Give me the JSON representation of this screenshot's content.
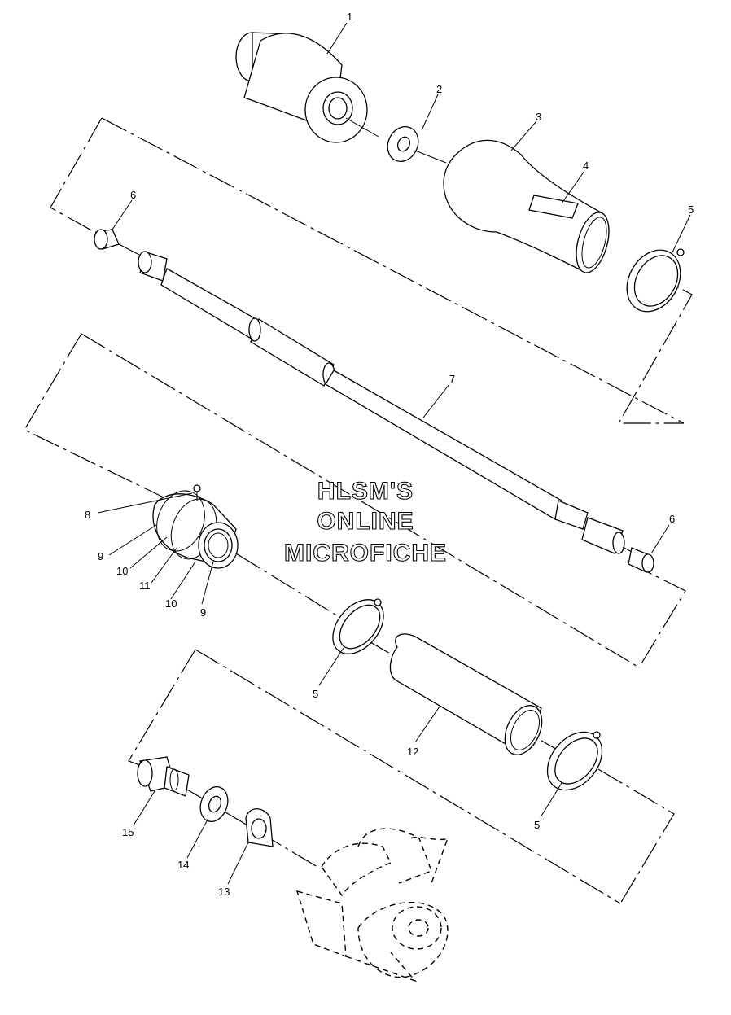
{
  "watermark": {
    "line1": "HLSM'S",
    "line2": "ONLINE",
    "line3": "MICROFICHE"
  },
  "callouts": {
    "c1": "1",
    "c2": "2",
    "c3": "3",
    "c4": "4",
    "c5a": "5",
    "c6a": "6",
    "c7": "7",
    "c6b": "6",
    "c8": "8",
    "c9a": "9",
    "c10a": "10",
    "c11": "11",
    "c10b": "10",
    "c9b": "9",
    "c5b": "5",
    "c12": "12",
    "c5c": "5",
    "c15": "15",
    "c14": "14",
    "c13": "13"
  }
}
